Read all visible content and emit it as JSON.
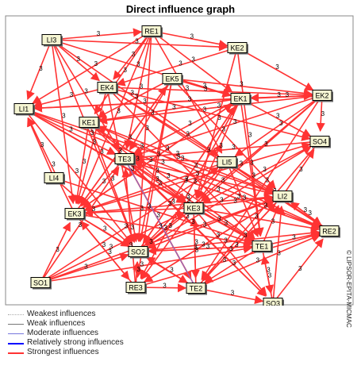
{
  "title": "Direct influence graph",
  "nodes": [
    "RE1",
    "LI3",
    "KE2",
    "EK4",
    "EK5",
    "EK1",
    "EK2",
    "LI1",
    "KE1",
    "SO4",
    "TE3",
    "LI5",
    "LI4",
    "LI2",
    "EK3",
    "KE3",
    "RE2",
    "SO2",
    "TE1",
    "SO1",
    "RE3",
    "TE2",
    "SO3"
  ],
  "edge_label": "3",
  "colors": {
    "strongest": "#ff3333",
    "relatively_strong": "#0000ff",
    "moderate": "#7777dd",
    "weak": "#777777",
    "weakest": "#aaaaaa",
    "node_fill": "#f5f5d2",
    "node_border": "#000000"
  },
  "legend": [
    {
      "label": "Weakest influences",
      "style": "weakest"
    },
    {
      "label": "Weak influences",
      "style": "weak"
    },
    {
      "label": "Moderate influences",
      "style": "moderate"
    },
    {
      "label": "Relatively strong influences",
      "style": "relatively_strong"
    },
    {
      "label": "Strongest influences",
      "style": "strongest"
    }
  ],
  "copyright": "© LIPSOR-EPITA-MICMAC"
}
